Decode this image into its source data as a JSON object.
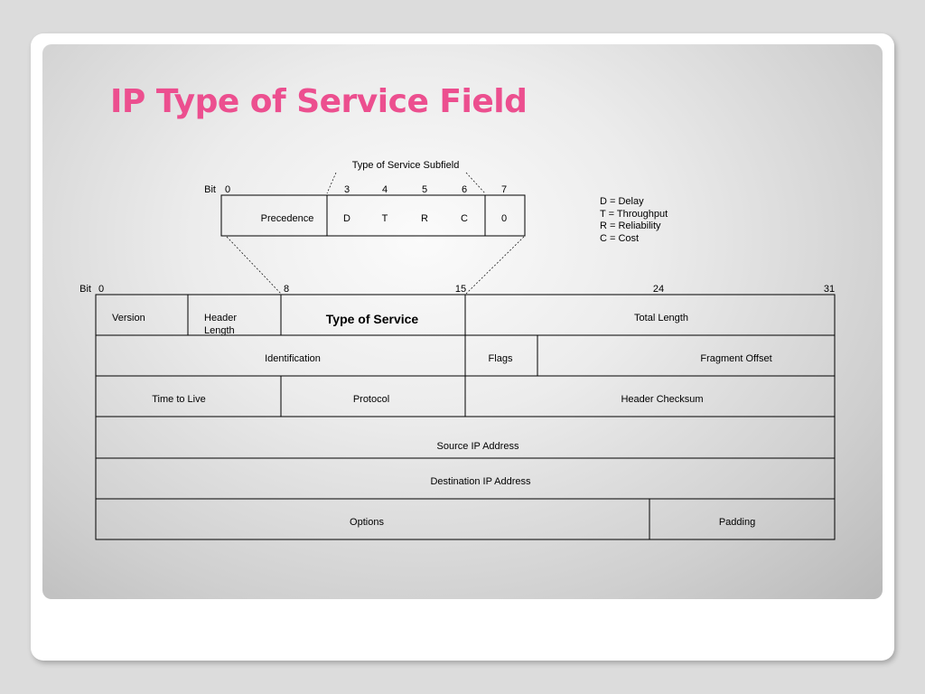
{
  "slide": {
    "title": "IP Type of Service Field"
  },
  "subfield": {
    "caption": "Type of Service Subfield",
    "bit_label": "Bit",
    "bit_numbers": [
      "0",
      "3",
      "4",
      "5",
      "6",
      "7"
    ],
    "cells": [
      "Precedence",
      "D",
      "T",
      "R",
      "C",
      "0"
    ]
  },
  "legend": [
    "D = Delay",
    "T = Throughput",
    "R = Reliability",
    "C = Cost"
  ],
  "header": {
    "bit_label": "Bit",
    "bit_numbers": [
      "0",
      "8",
      "15",
      "24",
      "31"
    ],
    "version": "Version",
    "header_length_line1": "Header",
    "header_length_line2": "Length",
    "type_of_service": "Type of Service",
    "total_length": "Total Length",
    "identification": "Identification",
    "flags": "Flags",
    "fragment_offset": "Fragment Offset",
    "time_to_live": "Time to Live",
    "protocol": "Protocol",
    "header_checksum": "Header Checksum",
    "source_ip": "Source IP Address",
    "destination_ip": "Destination IP Address",
    "options": "Options",
    "padding": "Padding"
  }
}
